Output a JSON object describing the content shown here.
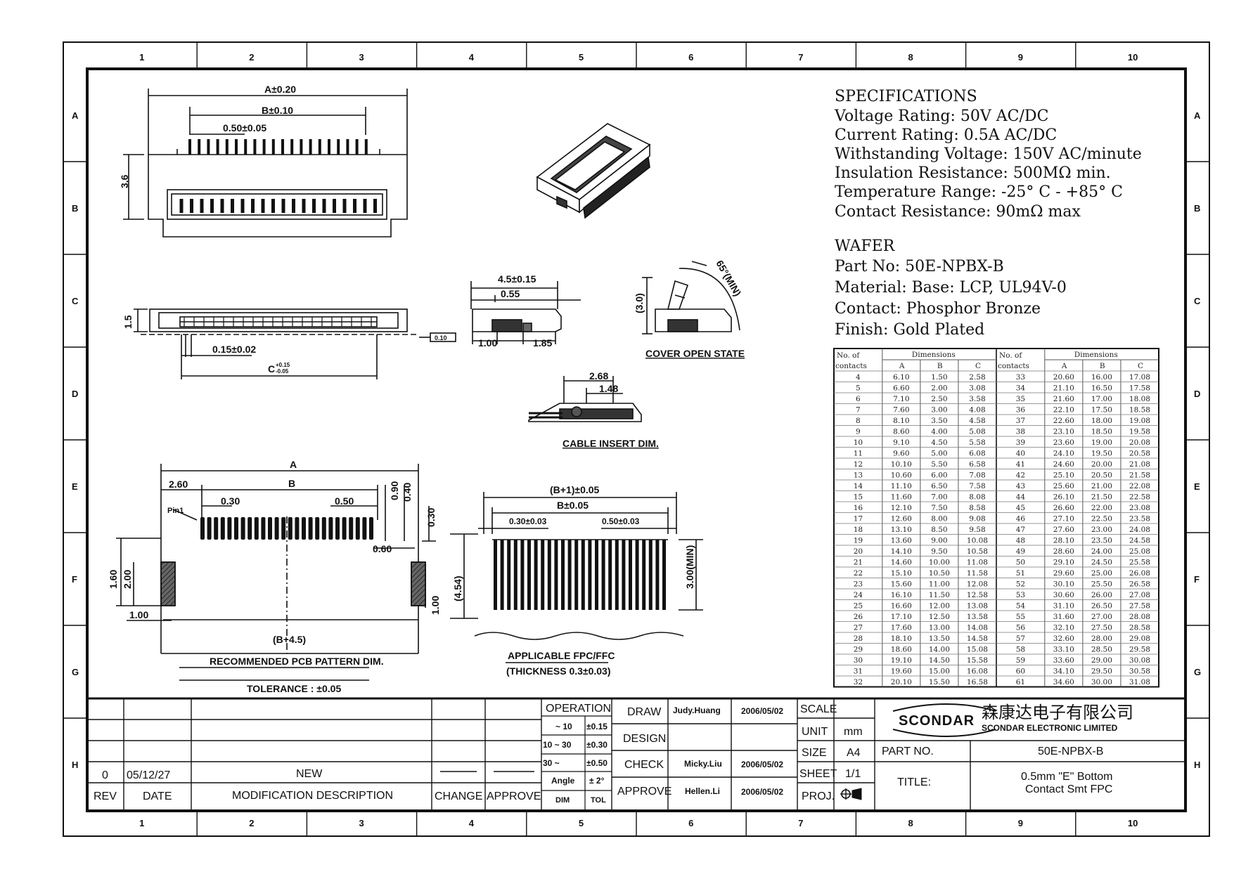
{
  "zones": {
    "columns": [
      "1",
      "2",
      "3",
      "4",
      "5",
      "6",
      "7",
      "8",
      "9",
      "10"
    ],
    "rows": [
      "A",
      "B",
      "C",
      "D",
      "E",
      "F",
      "G",
      "H"
    ]
  },
  "specifications": {
    "heading": "SPECIFICATIONS",
    "lines": [
      "Voltage Rating: 50V AC/DC",
      "Current Rating: 0.5A AC/DC",
      "Withstanding Voltage: 150V AC/minute",
      "Insulation Resistance: 500MΩ min.",
      "Temperature Range: -25° C - +85° C",
      "Contact Resistance: 90mΩ max"
    ]
  },
  "wafer": {
    "heading": "WAFER",
    "lines": [
      "Part No:  50E-NPBX-B",
      "Material:  Base: LCP,  UL94V-0",
      "Contact: Phosphor Bronze",
      "Finish: Gold Plated"
    ]
  },
  "dimension_table": {
    "header_contacts": [
      "No. of",
      "contacts"
    ],
    "header_dimensions": "Dimensions",
    "columns": [
      "A",
      "B",
      "C"
    ],
    "left": [
      [
        "4",
        "6.10",
        "1.50",
        "2.58"
      ],
      [
        "5",
        "6.60",
        "2.00",
        "3.08"
      ],
      [
        "6",
        "7.10",
        "2.50",
        "3.58"
      ],
      [
        "7",
        "7.60",
        "3.00",
        "4.08"
      ],
      [
        "8",
        "8.10",
        "3.50",
        "4.58"
      ],
      [
        "9",
        "8.60",
        "4.00",
        "5.08"
      ],
      [
        "10",
        "9.10",
        "4.50",
        "5.58"
      ],
      [
        "11",
        "9.60",
        "5.00",
        "6.08"
      ],
      [
        "12",
        "10.10",
        "5.50",
        "6.58"
      ],
      [
        "13",
        "10.60",
        "6.00",
        "7.08"
      ],
      [
        "14",
        "11.10",
        "6.50",
        "7.58"
      ],
      [
        "15",
        "11.60",
        "7.00",
        "8.08"
      ],
      [
        "16",
        "12.10",
        "7.50",
        "8.58"
      ],
      [
        "17",
        "12.60",
        "8.00",
        "9.08"
      ],
      [
        "18",
        "13.10",
        "8.50",
        "9.58"
      ],
      [
        "19",
        "13.60",
        "9.00",
        "10.08"
      ],
      [
        "20",
        "14.10",
        "9.50",
        "10.58"
      ],
      [
        "21",
        "14.60",
        "10.00",
        "11.08"
      ],
      [
        "22",
        "15.10",
        "10.50",
        "11.58"
      ],
      [
        "23",
        "15.60",
        "11.00",
        "12.08"
      ],
      [
        "24",
        "16.10",
        "11.50",
        "12.58"
      ],
      [
        "25",
        "16.60",
        "12.00",
        "13.08"
      ],
      [
        "26",
        "17.10",
        "12.50",
        "13.58"
      ],
      [
        "27",
        "17.60",
        "13.00",
        "14.08"
      ],
      [
        "28",
        "18.10",
        "13.50",
        "14.58"
      ],
      [
        "29",
        "18.60",
        "14.00",
        "15.08"
      ],
      [
        "30",
        "19.10",
        "14.50",
        "15.58"
      ],
      [
        "31",
        "19.60",
        "15.00",
        "16.08"
      ],
      [
        "32",
        "20.10",
        "15.50",
        "16.58"
      ]
    ],
    "right": [
      [
        "33",
        "20.60",
        "16.00",
        "17.08"
      ],
      [
        "34",
        "21.10",
        "16.50",
        "17.58"
      ],
      [
        "35",
        "21.60",
        "17.00",
        "18.08"
      ],
      [
        "36",
        "22.10",
        "17.50",
        "18.58"
      ],
      [
        "37",
        "22.60",
        "18.00",
        "19.08"
      ],
      [
        "38",
        "23.10",
        "18.50",
        "19.58"
      ],
      [
        "39",
        "23.60",
        "19.00",
        "20.08"
      ],
      [
        "40",
        "24.10",
        "19.50",
        "20.58"
      ],
      [
        "41",
        "24.60",
        "20.00",
        "21.08"
      ],
      [
        "42",
        "25.10",
        "20.50",
        "21.58"
      ],
      [
        "43",
        "25.60",
        "21.00",
        "22.08"
      ],
      [
        "44",
        "26.10",
        "21.50",
        "22.58"
      ],
      [
        "45",
        "26.60",
        "22.00",
        "23.08"
      ],
      [
        "46",
        "27.10",
        "22.50",
        "23.58"
      ],
      [
        "47",
        "27.60",
        "23.00",
        "24.08"
      ],
      [
        "48",
        "28.10",
        "23.50",
        "24.58"
      ],
      [
        "49",
        "28.60",
        "24.00",
        "25.08"
      ],
      [
        "50",
        "29.10",
        "24.50",
        "25.58"
      ],
      [
        "51",
        "29.60",
        "25.00",
        "26.08"
      ],
      [
        "52",
        "30.10",
        "25.50",
        "26.58"
      ],
      [
        "53",
        "30.60",
        "26.00",
        "27.08"
      ],
      [
        "54",
        "31.10",
        "26.50",
        "27.58"
      ],
      [
        "55",
        "31.60",
        "27.00",
        "28.08"
      ],
      [
        "56",
        "32.10",
        "27.50",
        "28.58"
      ],
      [
        "57",
        "32.60",
        "28.00",
        "29.08"
      ],
      [
        "58",
        "33.10",
        "28.50",
        "29.58"
      ],
      [
        "59",
        "33.60",
        "29.00",
        "30.08"
      ],
      [
        "60",
        "34.10",
        "29.50",
        "30.58"
      ],
      [
        "61",
        "34.60",
        "30.00",
        "31.08"
      ]
    ]
  },
  "dimensions": {
    "a_tol": "A±0.20",
    "b_tol": "B±0.10",
    "pitch": "0.50±0.05",
    "height": "3.6",
    "side_height": "1.5",
    "flat": "0.10",
    "pin_width": "0.15±0.02",
    "c_dim": "C",
    "c_tol_up": "+0.15",
    "c_tol_dn": "-0.05",
    "side_w": "4.5±0.15",
    "side_i": "0.55",
    "side_l1": "1.00",
    "side_l2": "1.85",
    "open_h": "(3.0)",
    "open_angle": "65°(MIN)",
    "open_label": "COVER OPEN STATE",
    "cable_w1": "2.68",
    "cable_w2": "1.48",
    "cable_label": "CABLE INSERT DIM.",
    "pcb_a": "A",
    "pcb_b": "B",
    "pcb_260": "2.60",
    "pcb_030": "0.30",
    "pcb_050": "0.50",
    "pcb_090": "0.90",
    "pcb_040": "0.40",
    "pcb_030b": "0.30",
    "pcb_pin1": "Pin1",
    "pcb_060": "0.60",
    "pcb_160": "1.60",
    "pcb_200": "2.00",
    "pcb_100": "1.00",
    "pcb_100b": "1.00",
    "pcb_454": "(4.54)",
    "pcb_b45": "(B+4.5)",
    "pcb_label": "RECOMMENDED PCB PATTERN DIM.",
    "tolerance": "TOLERANCE : ±0.05",
    "fpc_b1": "(B+1)±0.05",
    "fpc_b": "B±0.05",
    "fpc_030": "0.30±0.03",
    "fpc_050": "0.50±0.03",
    "fpc_300": "3.00(MIN)",
    "fpc_label": "APPLICABLE FPC/FFC",
    "fpc_thick": "(THICKNESS 0.3±0.03)"
  },
  "title_block": {
    "rev_row": {
      "rev": "0",
      "date": "05/12/27",
      "description": "NEW"
    },
    "headers": {
      "rev": "REV",
      "date": "DATE",
      "description": "MODIFICATION  DESCRIPTION",
      "change": "CHANGE",
      "approve": "APPROVE"
    },
    "operation": {
      "title": "OPERATION",
      "rows": [
        [
          "~ 10",
          "±0.15"
        ],
        [
          "10 ~ 30",
          "±0.30"
        ],
        [
          "30 ~",
          "±0.50"
        ],
        [
          "Angle",
          "± 2°"
        ]
      ],
      "foot": [
        "DIM",
        "TOL"
      ]
    },
    "roles": [
      {
        "role": "DRAW",
        "name": "Judy.Huang",
        "date": "2006/05/02"
      },
      {
        "role": "DESIGN",
        "name": "",
        "date": ""
      },
      {
        "role": "CHECK",
        "name": "Micky.Liu",
        "date": "2006/05/02"
      },
      {
        "role": "APPROVE",
        "name": "Hellen.Li",
        "date": "2006/05/02"
      }
    ],
    "scale_label": "SCALE",
    "scale_value": "",
    "unit_label": "UNIT",
    "unit_value": "mm",
    "size_label": "SIZE",
    "size_value": "A4",
    "sheet_label": "SHEET",
    "sheet_value": "1/1",
    "proj_label": "PROJ.",
    "company_logo": "SCONDAR",
    "company_cn": "森康达电子有限公司",
    "company_en": "SCONDAR  ELECTRONIC  LIMITED",
    "part_no_label": "PART  NO.",
    "part_no": "50E-NPBX-B",
    "title_label": "TITLE:",
    "title_lines": [
      "0.5mm \"E\" Bottom",
      "Contact  Smt  FPC"
    ]
  }
}
